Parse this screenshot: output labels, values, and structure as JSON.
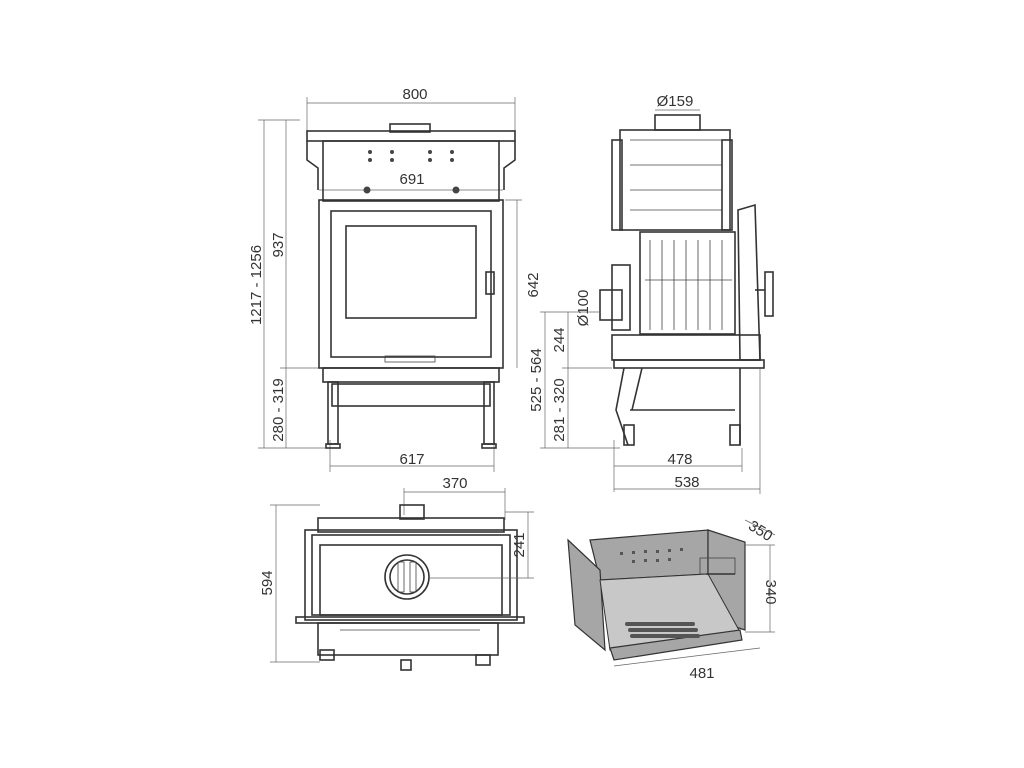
{
  "front_view": {
    "width_top": "800",
    "inner_width": "691",
    "height_total": "1217 - 1256",
    "height_body": "937",
    "glass_height": "642",
    "leg_height": "280 - 319",
    "base_width": "617"
  },
  "side_view": {
    "flue_diameter": "Ø159",
    "air_inlet_diameter": "Ø100",
    "inlet_to_floor": "525 - 564",
    "inlet_height": "244",
    "leg_height": "281 - 320",
    "depth_base": "478",
    "depth_total": "538"
  },
  "top_view": {
    "flue_offset": "370",
    "flue_depth": "241",
    "total_depth": "594"
  },
  "firebox_view": {
    "depth": "350",
    "height": "340",
    "width": "481"
  }
}
